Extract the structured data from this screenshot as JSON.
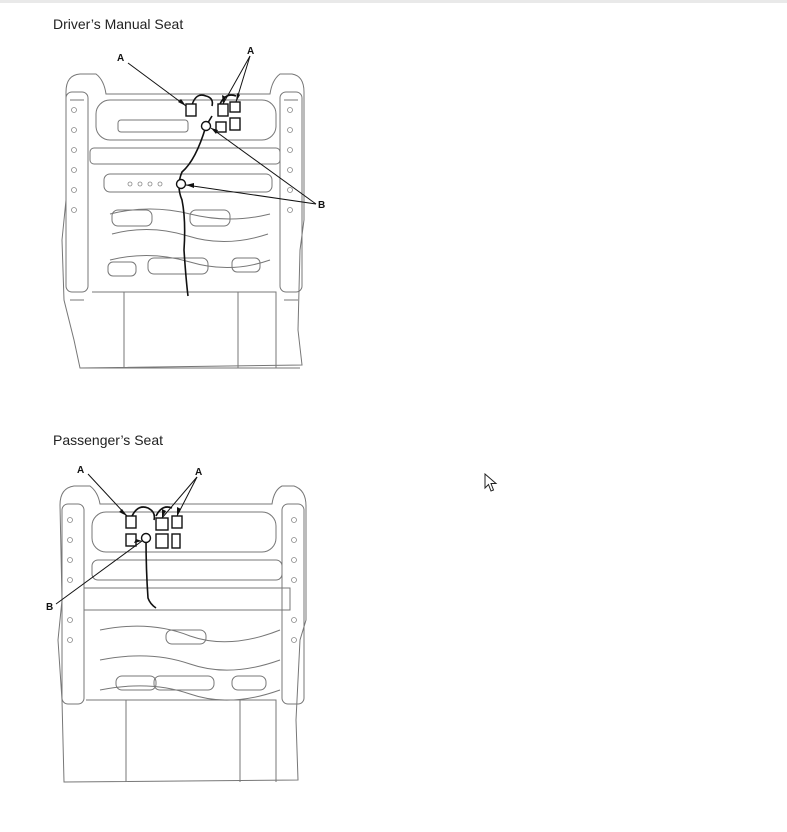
{
  "sections": [
    {
      "title": "Driver’s Manual Seat",
      "labels": {
        "a_left": "A",
        "a_right": "A",
        "b": "B"
      }
    },
    {
      "title": "Passenger’s Seat",
      "labels": {
        "a_left": "A",
        "a_right": "A",
        "b": "B"
      }
    }
  ],
  "icons": {
    "cursor": "mouse-pointer-icon"
  }
}
